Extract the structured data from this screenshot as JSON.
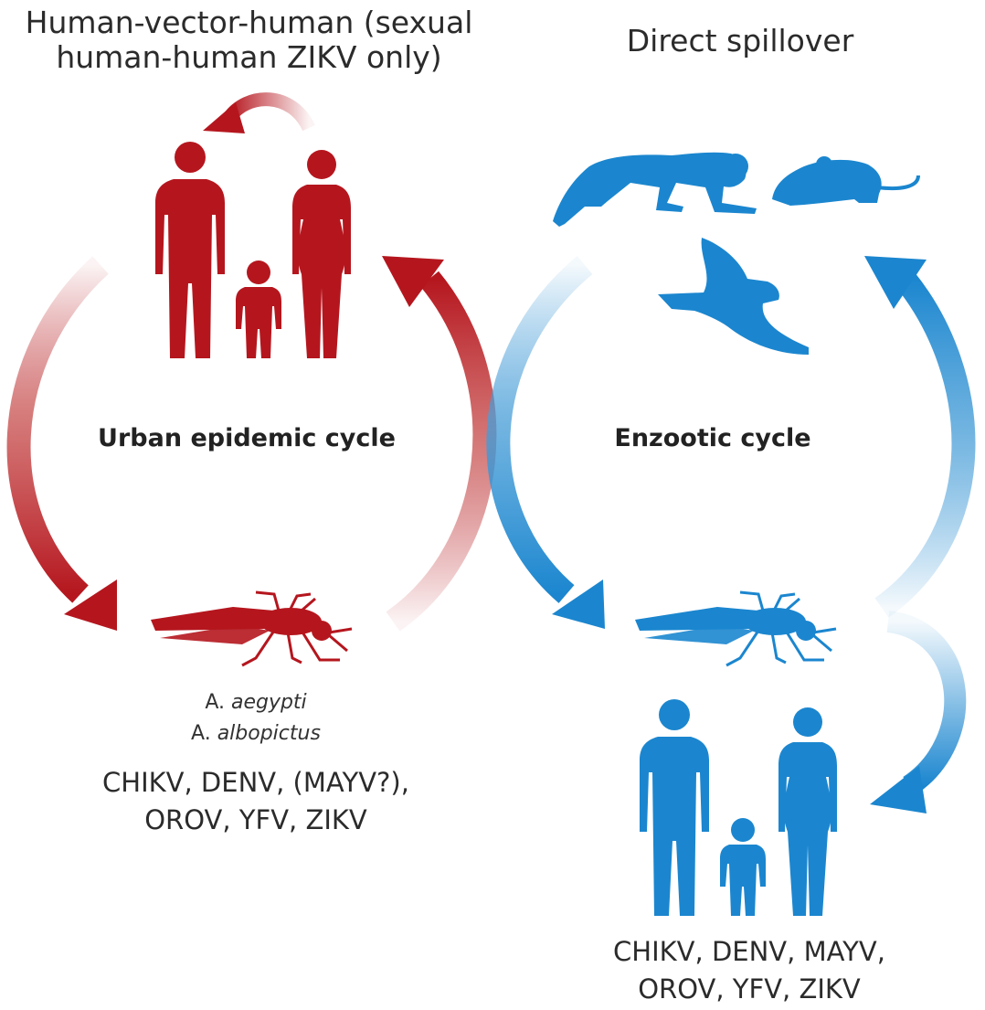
{
  "titles": {
    "left": "Human-vector-human (sexual human-human ZIKV only)",
    "right": "Direct spillover"
  },
  "cycles": {
    "urban": "Urban epidemic cycle",
    "enzootic": "Enzootic cycle"
  },
  "vectors": {
    "genus_abbrev": "A.",
    "species_1": "aegypti",
    "species_2": "albopictus"
  },
  "viruses": {
    "urban_line_1": "CHIKV, DENV, (MAYV?),",
    "urban_line_2": "OROV, YFV, ZIKV",
    "spillover_line_1": "CHIKV, DENV, MAYV,",
    "spillover_line_2": "OROV, YFV, ZIKV"
  },
  "colors": {
    "urban": "#b5161e",
    "enzootic": "#1b86cf"
  },
  "icons": [
    "human-family-icon",
    "mosquito-icon",
    "monkey-icon",
    "rodent-icon",
    "bird-icon"
  ]
}
